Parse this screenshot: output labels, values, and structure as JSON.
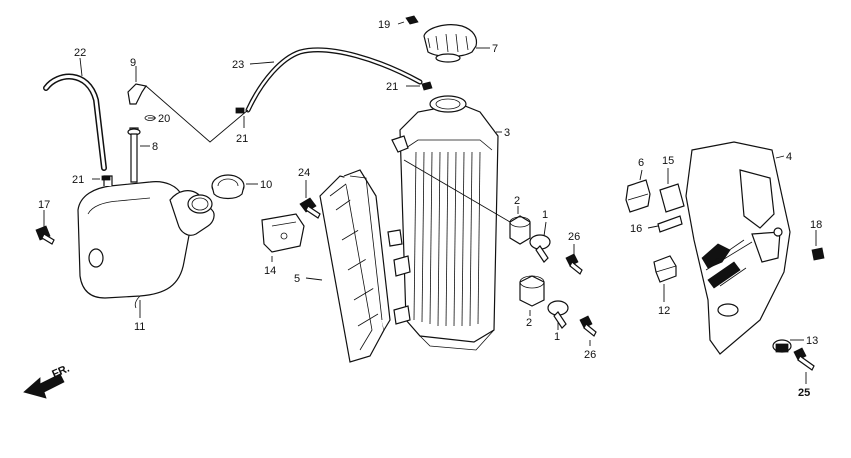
{
  "direction_marker": {
    "text": "FR."
  },
  "callouts": [
    {
      "id": "c1a",
      "text": "1"
    },
    {
      "id": "c1b",
      "text": "1"
    },
    {
      "id": "c2a",
      "text": "2"
    },
    {
      "id": "c2b",
      "text": "2"
    },
    {
      "id": "c3",
      "text": "3"
    },
    {
      "id": "c4",
      "text": "4"
    },
    {
      "id": "c5",
      "text": "5"
    },
    {
      "id": "c6",
      "text": "6"
    },
    {
      "id": "c7",
      "text": "7"
    },
    {
      "id": "c8",
      "text": "8"
    },
    {
      "id": "c9",
      "text": "9"
    },
    {
      "id": "c10",
      "text": "10"
    },
    {
      "id": "c11",
      "text": "11"
    },
    {
      "id": "c12",
      "text": "12"
    },
    {
      "id": "c13",
      "text": "13"
    },
    {
      "id": "c14",
      "text": "14"
    },
    {
      "id": "c15",
      "text": "15"
    },
    {
      "id": "c16",
      "text": "16"
    },
    {
      "id": "c17",
      "text": "17"
    },
    {
      "id": "c18",
      "text": "18"
    },
    {
      "id": "c19",
      "text": "19"
    },
    {
      "id": "c20",
      "text": "20"
    },
    {
      "id": "c21a",
      "text": "21"
    },
    {
      "id": "c21b",
      "text": "21"
    },
    {
      "id": "c21c",
      "text": "21"
    },
    {
      "id": "c22",
      "text": "22"
    },
    {
      "id": "c23",
      "text": "23"
    },
    {
      "id": "c24",
      "text": "24"
    },
    {
      "id": "c25",
      "text": "25"
    },
    {
      "id": "c26a",
      "text": "26"
    },
    {
      "id": "c26b",
      "text": "26"
    }
  ]
}
